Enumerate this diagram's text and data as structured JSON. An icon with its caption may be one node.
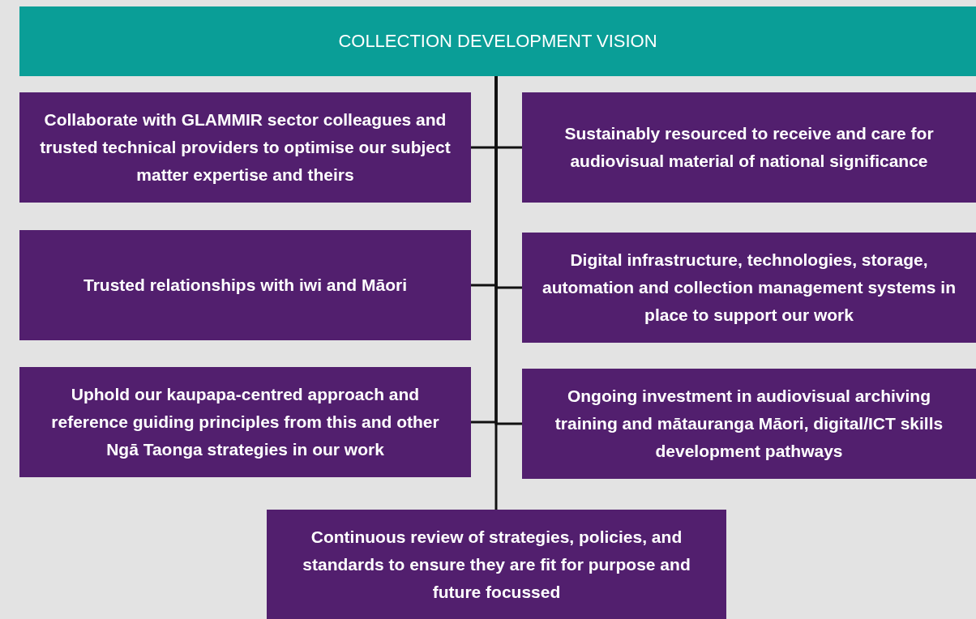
{
  "diagram": {
    "nodes": [
      {
        "text": [
          "COLLECTION DEVELOPMENT VISION"
        ]
      },
      {
        "text": [
          "Collaborate with GLAMMIR sector colleagues and trusted technical providers to optimise our subject matter expertise and theirs"
        ]
      },
      {
        "text": [
          "Sustainably resourced to receive and care for audiovisual material of national significance"
        ]
      },
      {
        "text": [
          "Trusted relationships with iwi and Māori"
        ]
      },
      {
        "text": [
          "Digital infrastructure, technologies, storage, automation and collection management systems in place to support our work"
        ]
      },
      {
        "text": [
          "Uphold our kaupapa-centred approach and reference guiding principles from this and other Ngā Taonga strategies in our work"
        ]
      },
      {
        "text": [
          "Ongoing investment in audiovisual archiving training and mātauranga Māori, digital/ICT skills development pathways"
        ]
      },
      {
        "text": [
          "Continuous review of strategies, policies, and standards to ensure they are fit for purpose and future focussed"
        ]
      }
    ],
    "edges": [
      {
        "from": 0,
        "to": 1,
        "arrow": "none"
      },
      {
        "from": 0,
        "to": 2,
        "arrow": "none"
      },
      {
        "from": 0,
        "to": 3,
        "arrow": "none"
      },
      {
        "from": 0,
        "to": 4,
        "arrow": "none"
      },
      {
        "from": 0,
        "to": 5,
        "arrow": "none"
      },
      {
        "from": 0,
        "to": 6,
        "arrow": "none"
      },
      {
        "from": 0,
        "to": 7,
        "arrow": "none"
      }
    ]
  }
}
